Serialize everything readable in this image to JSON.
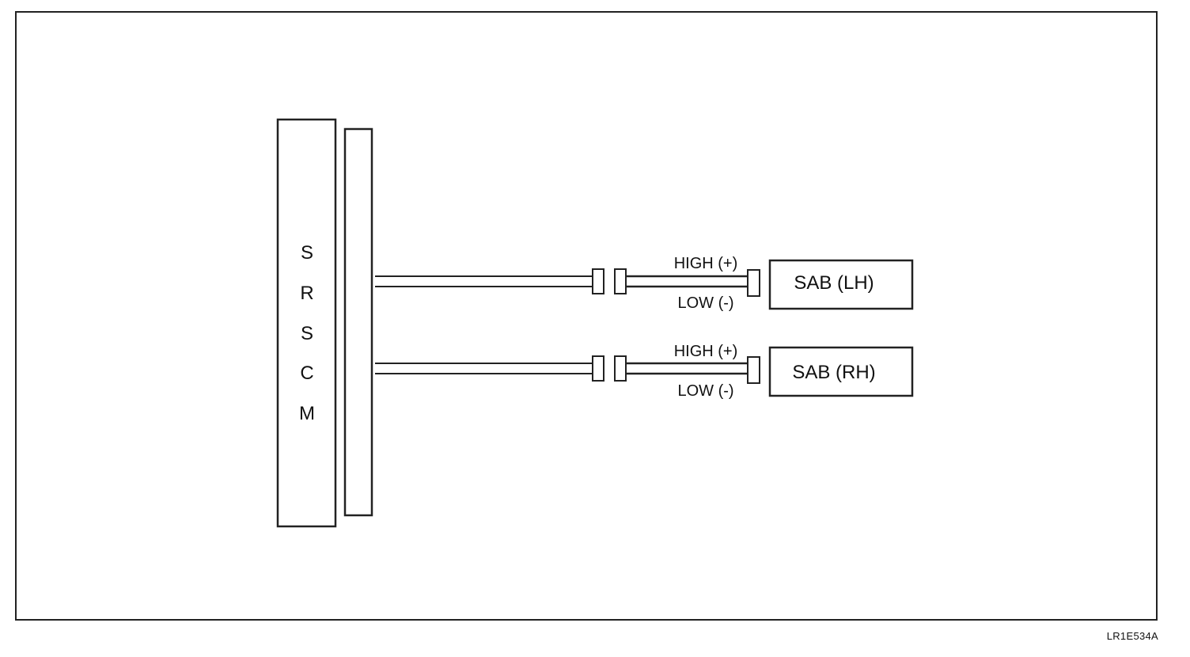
{
  "module": {
    "letters": [
      "S",
      "R",
      "S",
      "C",
      "M"
    ]
  },
  "circuits": [
    {
      "high_label": "HIGH (+)",
      "low_label": "LOW (-)",
      "device_label": "SAB (LH)"
    },
    {
      "high_label": "HIGH (+)",
      "low_label": "LOW (-)",
      "device_label": "SAB (RH)"
    }
  ],
  "figure_code": "LR1E534A",
  "colors": {
    "line": "#222222",
    "background": "#ffffff"
  }
}
